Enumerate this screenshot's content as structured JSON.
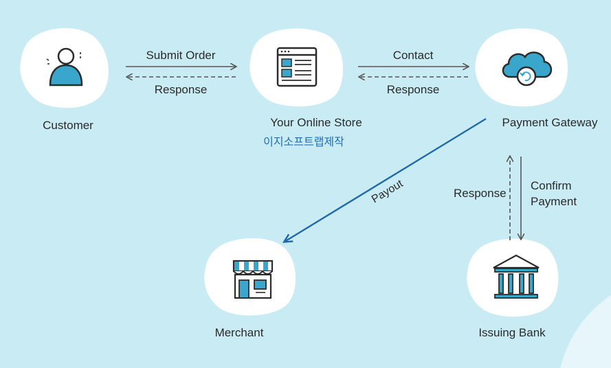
{
  "nodes": {
    "customer": "Customer",
    "store": "Your Online Store",
    "store_sub": "이지소프트랩제작",
    "gateway": "Payment Gateway",
    "merchant": "Merchant",
    "bank": "Issuing Bank"
  },
  "edges": {
    "submit_order": "Submit Order",
    "response_1": "Response",
    "contact": "Contact",
    "response_2": "Response",
    "payout": "Payout",
    "response_3": "Response",
    "confirm_payment_1": "Confirm",
    "confirm_payment_2": "Payment"
  },
  "colors": {
    "background": "#c9ecf4",
    "blob": "#ffffff",
    "icon_blue": "#3aa6cc",
    "icon_dark": "#2b2b2b",
    "payout_arrow": "#1e6aa8"
  }
}
